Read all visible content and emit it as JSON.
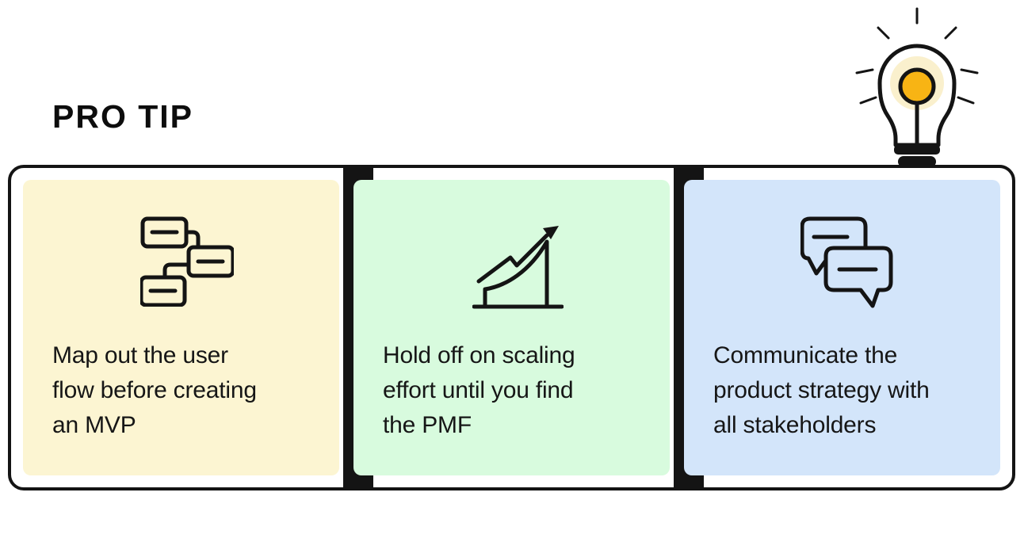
{
  "title": "PRO TIP",
  "colors": {
    "ink": "#141414",
    "frame_border": "#141414",
    "card_yellow": "#FCF5D2",
    "card_green": "#D8FBDE",
    "card_blue": "#D3E5FA",
    "bulb_amber": "#F8B414",
    "bulb_glow": "#FAF0CD",
    "bulb_white": "#FFFFFF"
  },
  "header_icon": "lightbulb-icon",
  "cards": [
    {
      "icon": "flowchart-icon",
      "color_key": "card_yellow",
      "text": "Map out the user\nflow before creating\nan MVP"
    },
    {
      "icon": "growth-chart-icon",
      "color_key": "card_green",
      "text": "Hold off on scaling\neffort until you find\nthe PMF"
    },
    {
      "icon": "chat-bubbles-icon",
      "color_key": "card_blue",
      "text": "Communicate the\nproduct strategy with\nall stakeholders"
    }
  ]
}
